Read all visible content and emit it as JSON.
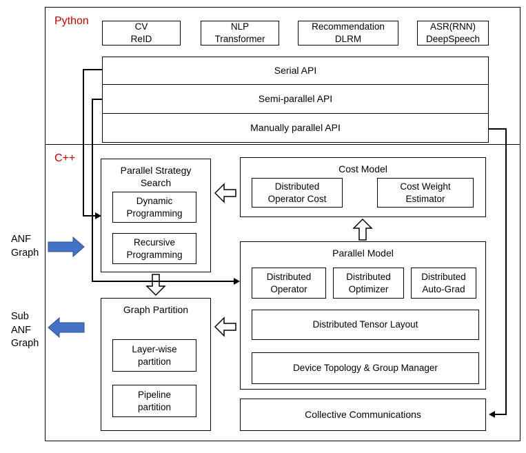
{
  "colors": {
    "section_label": "#C00000",
    "arrow_blue": "#4472C4",
    "box_border": "#000000",
    "background": "#FFFFFF"
  },
  "left_labels": {
    "anf_graph": "ANF\nGraph",
    "sub_anf_graph": "Sub\nANF\nGraph"
  },
  "python": {
    "label": "Python",
    "apps": [
      {
        "label": "CV\nReID"
      },
      {
        "label": "NLP\nTransformer"
      },
      {
        "label": "Recommendation\nDLRM"
      },
      {
        "label": "ASR(RNN)\nDeepSpeech"
      }
    ],
    "apis": [
      {
        "label": "Serial API"
      },
      {
        "label": "Semi-parallel API"
      },
      {
        "label": "Manually parallel API"
      }
    ]
  },
  "cpp": {
    "label": "C++",
    "parallel_strategy_search": {
      "title": "Parallel Strategy\nSearch",
      "items": [
        {
          "label": "Dynamic\nProgramming"
        },
        {
          "label": "Recursive\nProgramming"
        }
      ]
    },
    "cost_model": {
      "title": "Cost Model",
      "items": [
        {
          "label": "Distributed\nOperator Cost"
        },
        {
          "label": "Cost Weight\nEstimator"
        }
      ]
    },
    "parallel_model": {
      "title": "Parallel Model",
      "items": [
        {
          "label": "Distributed\nOperator"
        },
        {
          "label": "Distributed\nOptimizer"
        },
        {
          "label": "Distributed\nAuto-Grad"
        }
      ],
      "tensor_layout": "Distributed Tensor Layout",
      "device_topology": "Device Topology & Group Manager"
    },
    "graph_partition": {
      "title": "Graph Partition",
      "items": [
        {
          "label": "Layer-wise\npartition"
        },
        {
          "label": "Pipeline\npartition"
        }
      ]
    },
    "collective_communications": "Collective Communications"
  }
}
